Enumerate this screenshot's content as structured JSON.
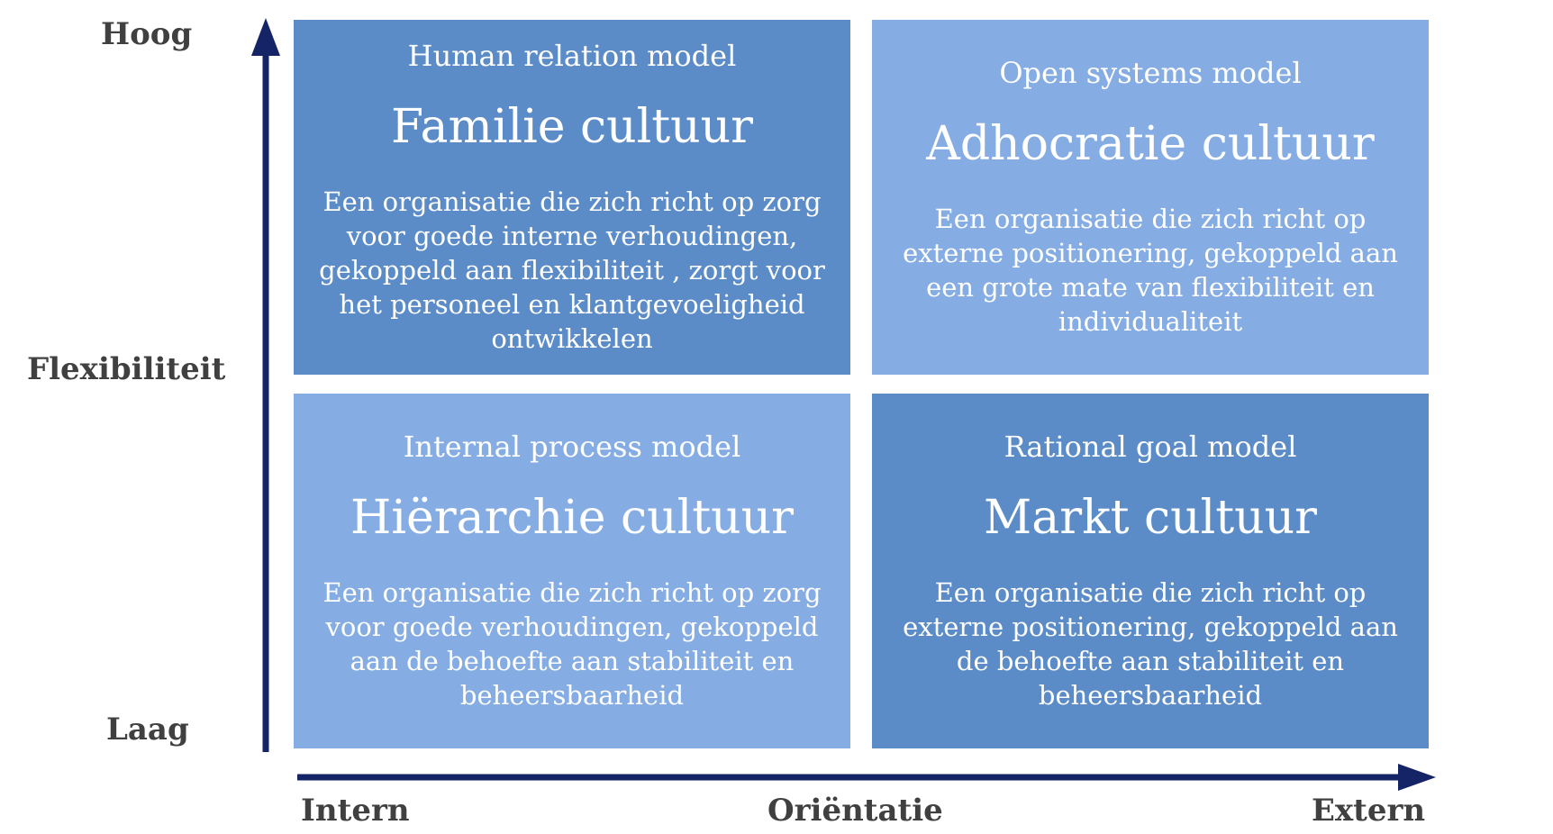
{
  "axes": {
    "y_high": "Hoog",
    "y_label": "Flexibiliteit",
    "y_low": "Laag",
    "x_low": "Intern",
    "x_label": "Oriëntatie",
    "x_high": "Extern",
    "color": "#152466"
  },
  "quadrants": {
    "top_left": {
      "model": "Human relation model",
      "culture": "Familie cultuur",
      "description": "Een organisatie die zich richt op zorg voor goede interne verhoudingen, gekoppeld aan flexibiliteit , zorgt voor het personeel en klantgevoeligheid ontwikkelen",
      "color": "#5b8cc8"
    },
    "top_right": {
      "model": "Open systems model",
      "culture": "Adhocratie cultuur",
      "description": "Een organisatie die zich richt op externe positionering, gekoppeld aan een grote mate van flexibiliteit en individualiteit",
      "color": "#86ade3"
    },
    "bottom_left": {
      "model": "Internal process model",
      "culture": "Hiërarchie cultuur",
      "description": "Een organisatie die zich richt op zorg voor goede verhoudingen, gekoppeld aan de behoefte aan stabiliteit en beheersbaarheid",
      "color": "#86ade3"
    },
    "bottom_right": {
      "model": "Rational goal model",
      "culture": "Markt cultuur",
      "description": "Een organisatie die zich richt op externe positionering, gekoppeld aan de behoefte aan stabiliteit en beheersbaarheid",
      "color": "#5b8cc8"
    }
  }
}
